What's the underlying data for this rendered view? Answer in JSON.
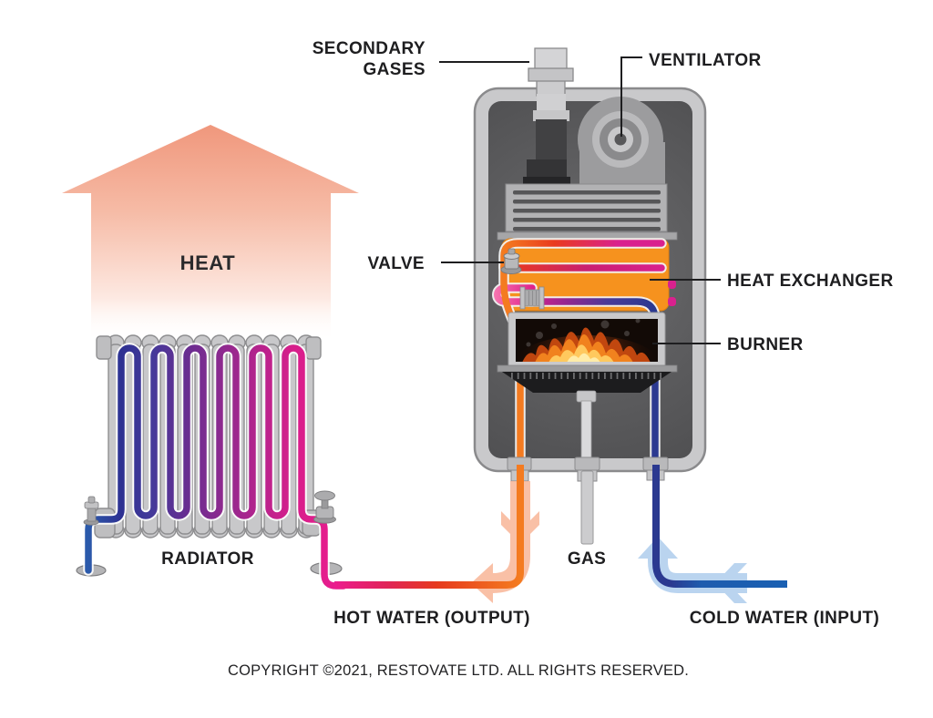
{
  "diagram": {
    "title_context": "gas-boiler-heating-system-diagram",
    "labels": {
      "secondary_gases_line1": "SECONDARY",
      "secondary_gases_line2": "GASES",
      "ventilator": "VENTILATOR",
      "valve": "VALVE",
      "heat_exchanger": "HEAT EXCHANGER",
      "burner": "BURNER",
      "heat": "HEAT",
      "radiator": "RADIATOR",
      "gas": "GAS",
      "hot_water": "HOT WATER (OUTPUT)",
      "cold_water": "COLD WATER (INPUT)"
    },
    "footer": {
      "copyright": "COPYRIGHT ©2021, RESTOVATE LTD. ALL RIGHTS RESERVED."
    },
    "colors": {
      "hot_pipe_orange": "#F47B20",
      "hot_pipe_red": "#E63A1E",
      "hot_pipe_magenta": "#EC1C8E",
      "cold_pipe_blue": "#1B5EAD",
      "cold_pipe_navy": "#2B3990",
      "heat_exchanger_orange": "#F6921E",
      "flow_arrow_hot": "#F9B697",
      "flow_arrow_cold": "#AECDED",
      "heat_arrow": "#F0977C",
      "boiler_casing": "#C9C9CB",
      "boiler_panel": "#58585A",
      "label_text": "#1E1E20"
    }
  }
}
